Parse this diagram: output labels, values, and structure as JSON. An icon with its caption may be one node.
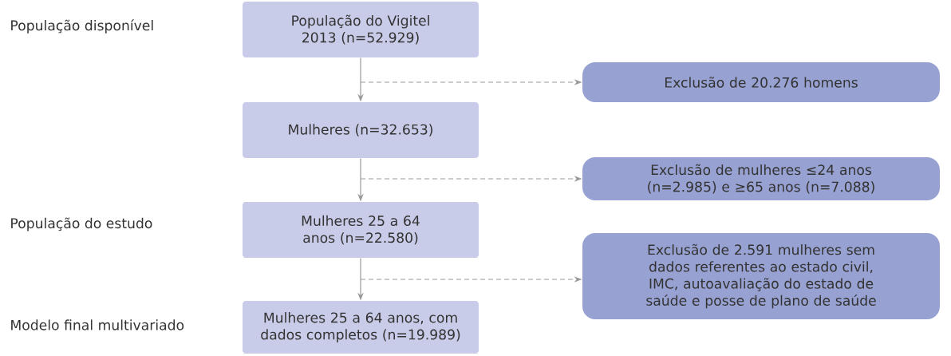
{
  "diagram": {
    "nodes": [
      {
        "text": [
          "População do Vigitel 2013 (n=52.929)"
        ]
      },
      {
        "text": [
          "Exclusão de 20.276 homens"
        ]
      },
      {
        "text": [
          "Mulheres (n=32.653)"
        ]
      },
      {
        "text": [
          "Exclusão de mulheres ≤24 anos (n=2.985) e ≥65 anos (n=7.088)"
        ]
      },
      {
        "text": [
          "Mulheres 25 a 64 anos (n=22.580)"
        ]
      },
      {
        "text": [
          "Exclusão de 2.591 mulheres sem dados referentes ao estado civil, IMC, autoavaliação do estado de saúde e posse de plano de saúde"
        ]
      },
      {
        "text": [
          "Mulheres 25 a 64 anos, com dados completos (n=19.989)"
        ]
      }
    ],
    "edges": [
      {
        "from": 0,
        "to": 2,
        "arrow": "to"
      },
      {
        "from": null,
        "to": 1,
        "arrow": "to",
        "style": "dashed"
      },
      {
        "from": 2,
        "to": 4,
        "arrow": "to"
      },
      {
        "from": null,
        "to": 3,
        "arrow": "to",
        "style": "dashed"
      },
      {
        "from": 4,
        "to": 6,
        "arrow": "to"
      },
      {
        "from": null,
        "to": 5,
        "arrow": "to",
        "style": "dashed"
      }
    ],
    "labels": [
      "População disponível",
      "População do estudo",
      "Modelo final multivariado"
    ]
  }
}
